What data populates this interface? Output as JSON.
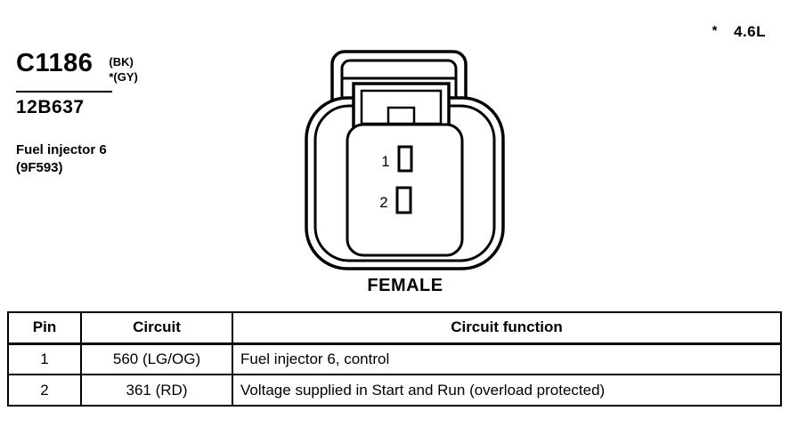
{
  "header": {
    "connector_id": "C1186",
    "color_primary": "(BK)",
    "color_alt": "*(GY)",
    "part_number": "12B637",
    "description_line1": "Fuel injector 6",
    "description_line2": "(9F593)",
    "engine_note_star": "*",
    "engine_note": "4.6L"
  },
  "connector": {
    "gender_label": "FEMALE",
    "pins": [
      {
        "label": "1"
      },
      {
        "label": "2"
      }
    ]
  },
  "table": {
    "headers": [
      "Pin",
      "Circuit",
      "Circuit function"
    ],
    "rows": [
      {
        "pin": "1",
        "circuit": "560 (LG/OG)",
        "function": "Fuel injector 6, control"
      },
      {
        "pin": "2",
        "circuit": "361 (RD)",
        "function": "Voltage supplied in Start and Run (overload protected)"
      }
    ]
  }
}
